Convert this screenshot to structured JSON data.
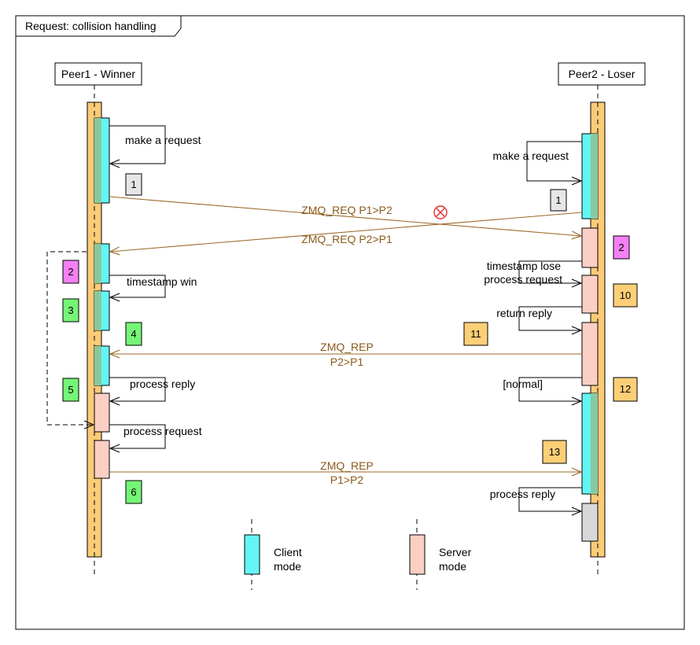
{
  "frame": {
    "title": "Request: collision handling"
  },
  "participants": {
    "peer1": {
      "label": "Peer1 - Winner"
    },
    "peer2": {
      "label": "Peer2 - Loser"
    }
  },
  "colors": {
    "lifeline_bar": "#fccb77",
    "client_mode": "#63f5f5",
    "server_mode": "#fccfc4",
    "overlap_mode": "#88c8a0",
    "idle_mode": "#d8d8d8",
    "message_line": "#9c6a2a",
    "message_text": "#8a5a1c",
    "badge_gray": "#e6e6e6",
    "badge_magenta": "#f57ff5",
    "badge_green": "#75f575",
    "badge_orange": "#fccf77"
  },
  "self_messages": {
    "p1_make_request": "make a request",
    "p2_make_request": "make a request",
    "p1_timestamp_win": "timestamp win",
    "p2_timestamp_lose": "timestamp lose",
    "p2_process_request": "process request",
    "p2_return_reply": "return reply",
    "p1_process_reply": "process reply",
    "p2_normal": "[normal]",
    "p1_process_request": "process request",
    "p2_process_reply": "process reply"
  },
  "messages": {
    "req_p1_p2": "ZMQ_REQ P1>P2",
    "req_p2_p1": "ZMQ_REQ P2>P1",
    "rep_p2_p1_line1": "ZMQ_REP",
    "rep_p2_p1_line2": "P2>P1",
    "rep_p1_p2_line1": "ZMQ_REP",
    "rep_p1_p2_line2": "P1>P2"
  },
  "badges": {
    "b1_left": "1",
    "b1_right": "1",
    "b2_left": "2",
    "b2_right": "2",
    "b3": "3",
    "b4": "4",
    "b5": "5",
    "b6": "6",
    "b10": "10",
    "b11": "11",
    "b12": "12",
    "b13": "13"
  },
  "legend": {
    "client_line1": "Client",
    "client_line2": "mode",
    "server_line1": "Server",
    "server_line2": "mode"
  }
}
